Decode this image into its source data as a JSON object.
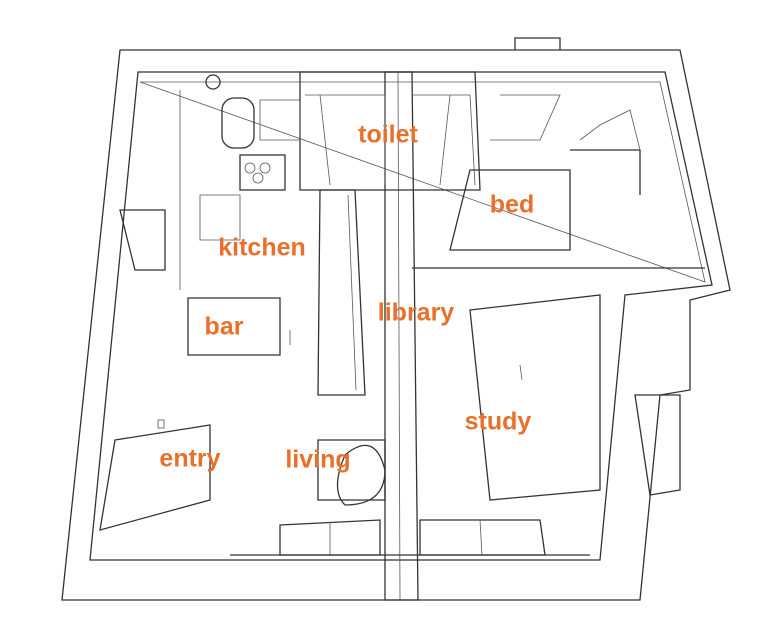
{
  "title": "Apartment floor plan (axonometric)",
  "label_color": "#e8702a",
  "rooms": {
    "toilet": "toilet",
    "bed": "bed",
    "kitchen": "kitchen",
    "library": "library",
    "bar": "bar",
    "study": "study",
    "entry": "entry",
    "living": "living"
  }
}
